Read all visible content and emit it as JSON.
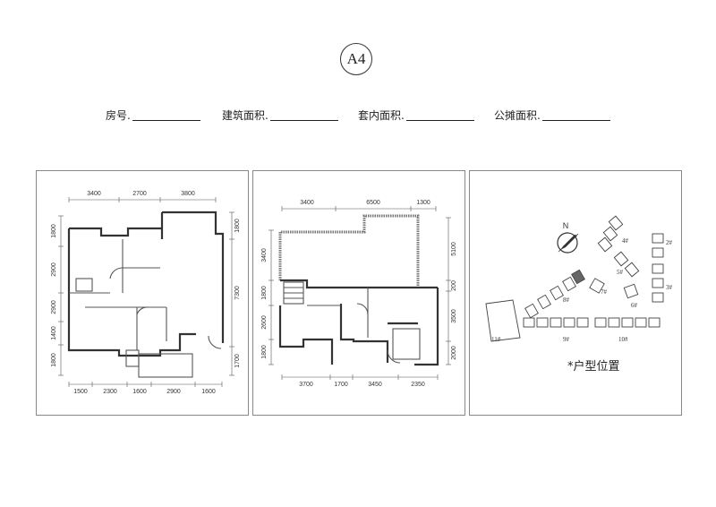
{
  "unit_type": "A4",
  "fields": [
    {
      "label": "房号."
    },
    {
      "label": "建筑面积."
    },
    {
      "label": "套内面积."
    },
    {
      "label": "公摊面积."
    }
  ],
  "floor1": {
    "top_dims": [
      "3400",
      "2700",
      "3800"
    ],
    "bottom_dims": [
      "1500",
      "2300",
      "1600",
      "2900",
      "1600"
    ],
    "left_dims": [
      "1800",
      "2900",
      "2900",
      "1400",
      "1800"
    ],
    "right_dims": [
      "1800",
      "7300",
      "1700"
    ]
  },
  "floor2": {
    "top_dims": [
      "3400",
      "6500",
      "1300"
    ],
    "bottom_dims": [
      "3700",
      "1700",
      "3450",
      "2350"
    ],
    "left_dims": [
      "3400",
      "1800",
      "2600",
      "1800"
    ],
    "right_dims": [
      "5100",
      "200",
      "3500",
      "2000"
    ]
  },
  "site_plan": {
    "north_label": "N",
    "title": "*户型位置",
    "buildings": [
      "2#",
      "3#",
      "4#",
      "5#",
      "6#",
      "7#",
      "8#",
      "9#",
      "10#",
      "11#"
    ]
  }
}
